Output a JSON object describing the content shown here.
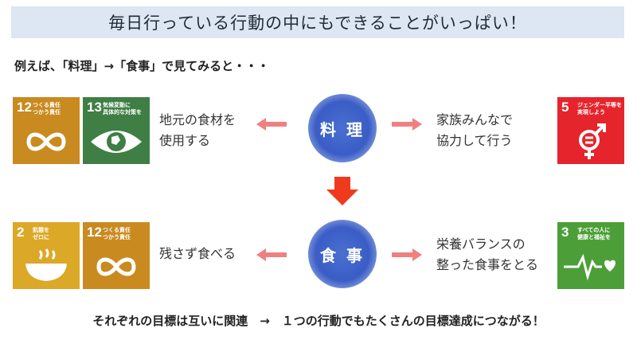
{
  "banner": {
    "text": "毎日行っている行動の中にもできることがいっぱい！"
  },
  "intro": {
    "text": "例えば、「料理」→「食事」で見てみると・・・"
  },
  "row1": {
    "center": "料 理",
    "left_text": "地元の食材を\n使用する",
    "right_text": "家族みんなで\n協力して行う",
    "left_icons": [
      {
        "number": "12",
        "title": "つくる責任\nつかう責任",
        "color": "#c98a1f",
        "icon": "infinity-icon"
      },
      {
        "number": "13",
        "title": "気候変動に\n具体的な対策を",
        "color": "#3f7e44",
        "icon": "eye-globe-icon"
      }
    ],
    "right_icons": [
      {
        "number": "5",
        "title": "ジェンダー平等を\n実現しよう",
        "color": "#e5242c",
        "icon": "gender-equality-icon"
      }
    ]
  },
  "row2": {
    "center": "食 事",
    "left_text": "残さず食べる",
    "right_text": "栄養バランスの\n整った食事をとる",
    "left_icons": [
      {
        "number": "2",
        "title": "飢餓を\nゼロに",
        "color": "#dca827",
        "icon": "bowl-icon"
      },
      {
        "number": "12",
        "title": "つくる責任\nつかう責任",
        "color": "#c98a1f",
        "icon": "infinity-icon"
      }
    ],
    "right_icons": [
      {
        "number": "3",
        "title": "すべての人に\n健康と福祉を",
        "color": "#4c9f38",
        "icon": "heartbeat-icon"
      }
    ]
  },
  "footer": {
    "text": "それぞれの目標は互いに関連　→　１つの行動でもたくさんの目標達成につながる！"
  },
  "colors": {
    "arrow": "#f08080",
    "down_arrow": "#f03a1e",
    "circle": "#3a5dc6",
    "banner": "#dde6f3"
  }
}
